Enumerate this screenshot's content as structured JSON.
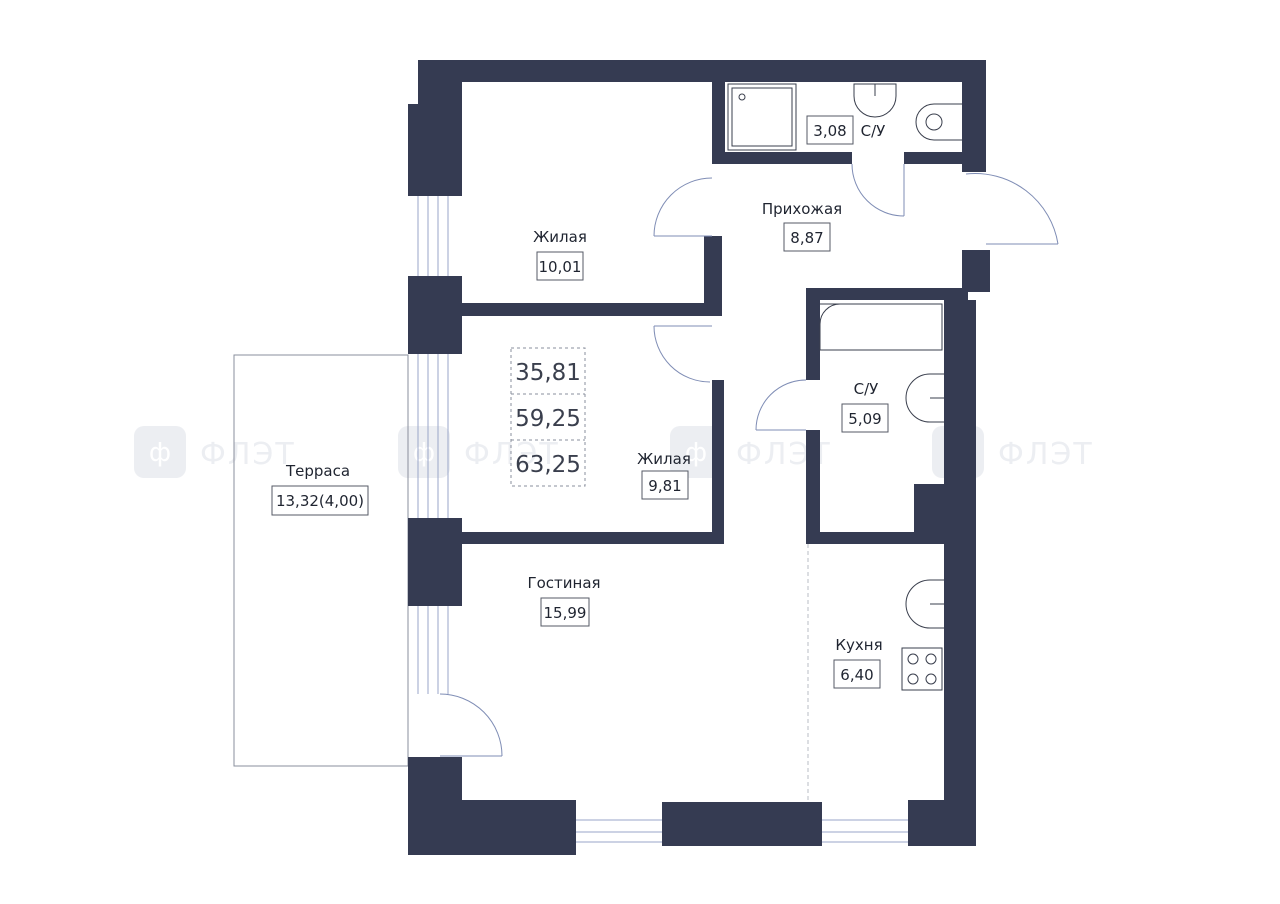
{
  "colors": {
    "wall": "#353b52",
    "line": "#1f2430",
    "window": "#9aa6c8",
    "door": "#7f8db5",
    "watermark": "#eceef2"
  },
  "watermark": "ФЛЭТ",
  "summary": {
    "living_area": "35,81",
    "total_area": "59,25",
    "total_area_with_terrace": "63,25"
  },
  "rooms": {
    "bedroom1": {
      "label": "Жилая",
      "area": "10,01"
    },
    "hallway": {
      "label": "Прихожая",
      "area": "8,87"
    },
    "bathroom1": {
      "label": "С/У",
      "area": "3,08"
    },
    "bedroom2": {
      "label": "Жилая",
      "area": "9,81"
    },
    "bathroom2": {
      "label": "С/У",
      "area": "5,09"
    },
    "terrace": {
      "label": "Терраса",
      "area": "13,32(4,00)"
    },
    "living_room": {
      "label": "Гостиная",
      "area": "15,99"
    },
    "kitchen": {
      "label": "Кухня",
      "area": "6,40"
    }
  }
}
